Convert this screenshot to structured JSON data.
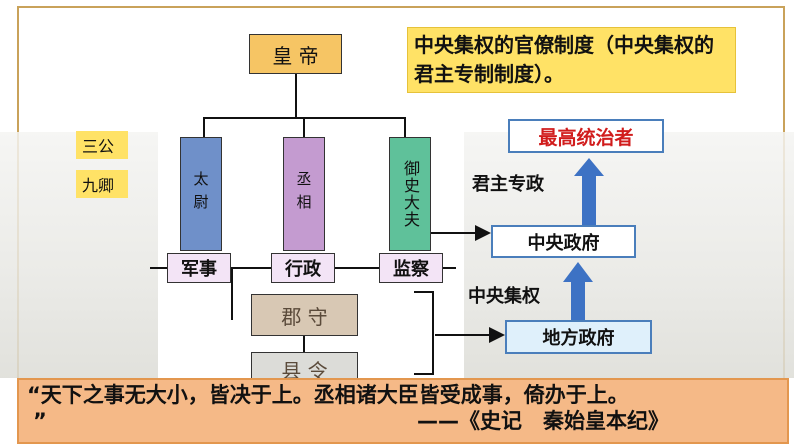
{
  "diagram": {
    "emperor": "皇 帝",
    "title_note": "中央集权的官僚制度（中央集权的君主专制制度）。",
    "sangong_label": "三公",
    "jiuqing_label": "九卿",
    "ministers": {
      "taiwei": "太尉",
      "chengxiang": "丞相",
      "yushi": "御史大夫"
    },
    "functions": {
      "military": "军事",
      "administration": "行政",
      "supervision": "监察"
    },
    "junshou": "郡 守",
    "xianling": "县 令",
    "right_chain": {
      "top": "最高统治者",
      "middle": "中央政府",
      "bottom": "地方政府",
      "upper_arrow_label": "君主专政",
      "lower_arrow_label": "中央集权"
    },
    "quote": {
      "line1": "“天下之事无大小，皆决于上。丞相诸大臣皆受成事，倚办于上。",
      "line2": "”",
      "source": "——《史记　秦始皇本纪》"
    }
  },
  "colors": {
    "emperor_fill": "#f6c564",
    "junshou_fill": "#d8c8b4",
    "xianling_fill": "#dcdcd8",
    "taiwei_fill": "#6f90c9",
    "chengxiang_fill": "#c49bd0",
    "yushi_fill": "#5fc19a",
    "function_fill": "#f3e4f6",
    "note_fill": "#ffe266",
    "side_label_fill": "#ffe266",
    "chain_border": "#4a7ebb",
    "chain_top_text": "#d11c1c",
    "quote_fill": "#f5b987",
    "quote_border": "#e3974f",
    "arrow_blue": "#3d72c4"
  }
}
